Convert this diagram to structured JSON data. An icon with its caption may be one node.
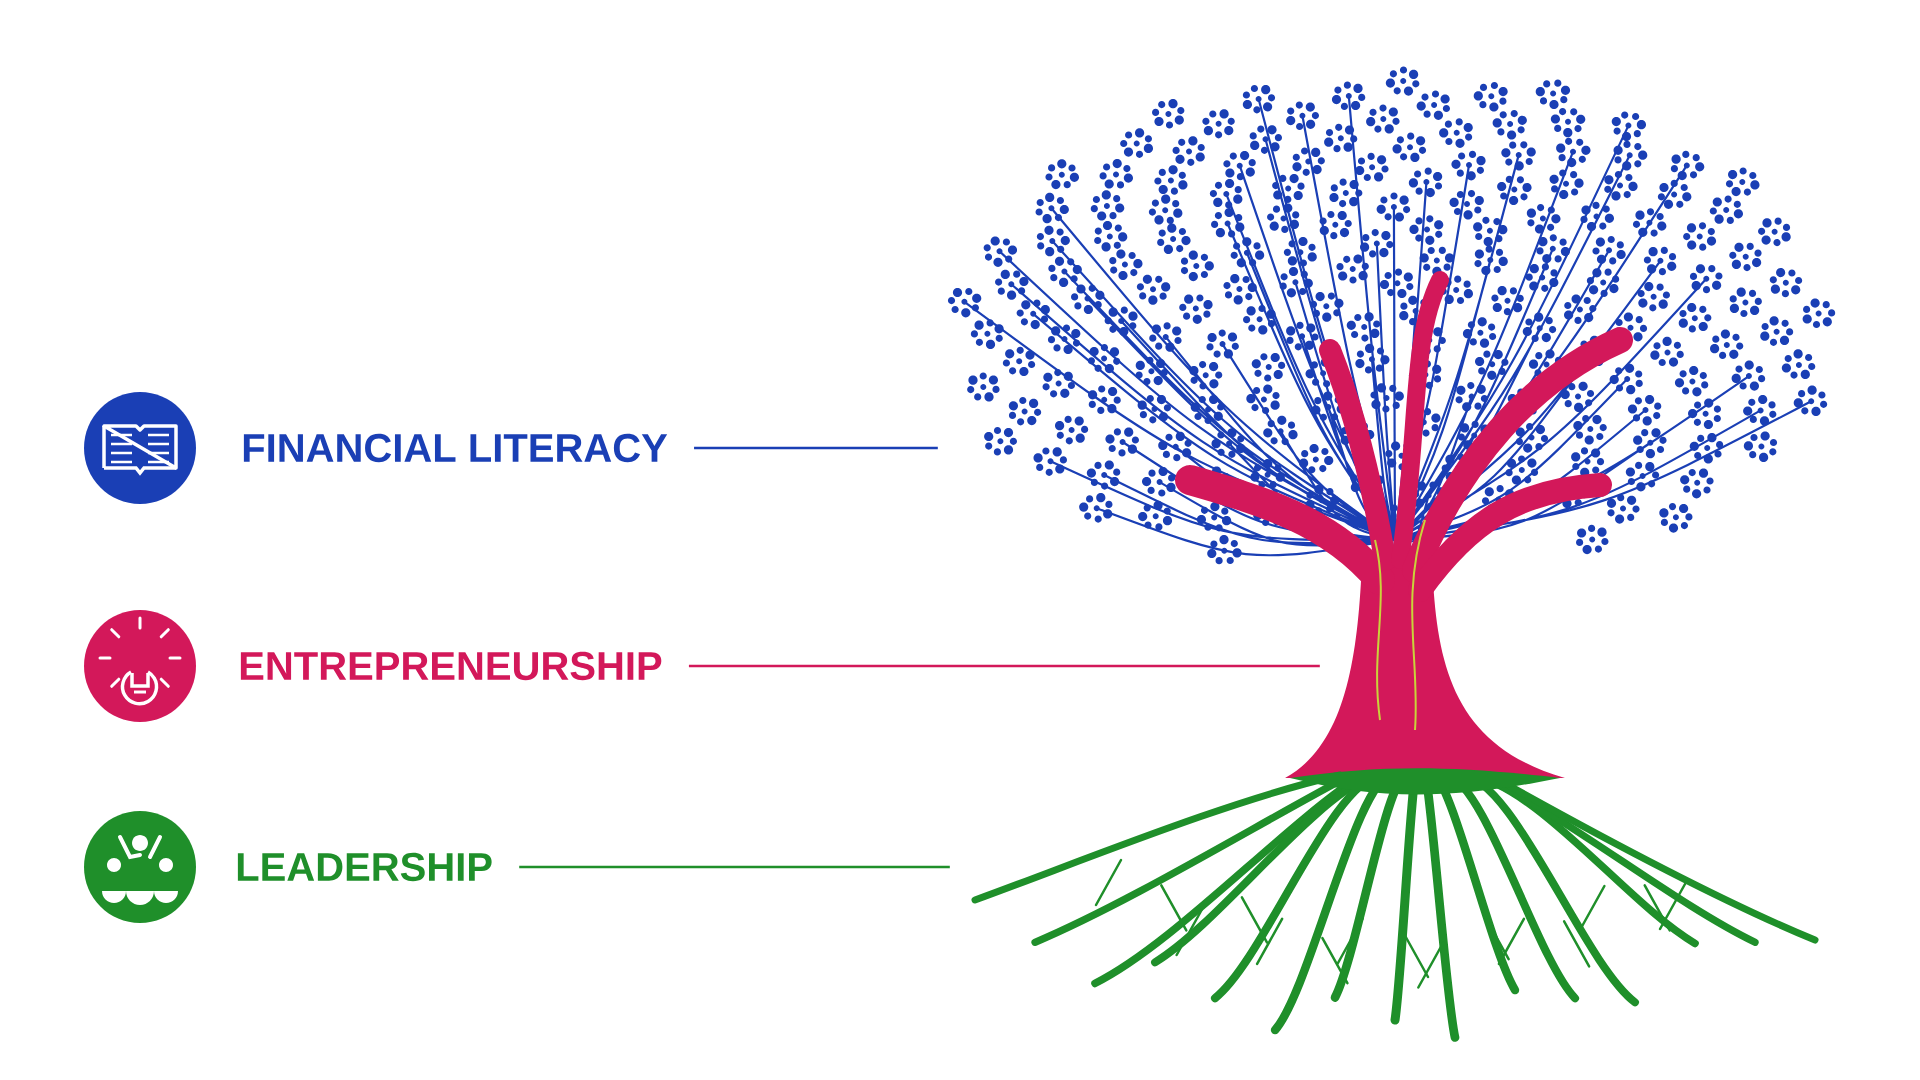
{
  "diagram": {
    "nodes": [
      {
        "text": [
          "FINANCIAL LITERACY"
        ]
      },
      {
        "text": [
          "ENTREPRENEURSHIP"
        ]
      },
      {
        "text": [
          "LEADERSHIP"
        ]
      },
      {
        "text": [],
        "shape": "picture"
      },
      {
        "text": [],
        "shape": "picture"
      },
      {
        "text": [],
        "shape": "picture"
      }
    ],
    "edges": [
      {
        "from": 0,
        "to": 3,
        "arrow": "none",
        "color": "#1a3fb5"
      },
      {
        "from": 1,
        "to": 4,
        "arrow": "none",
        "color": "#d3185a"
      },
      {
        "from": 2,
        "to": 5,
        "arrow": "none",
        "color": "#1f8f2a"
      }
    ]
  }
}
